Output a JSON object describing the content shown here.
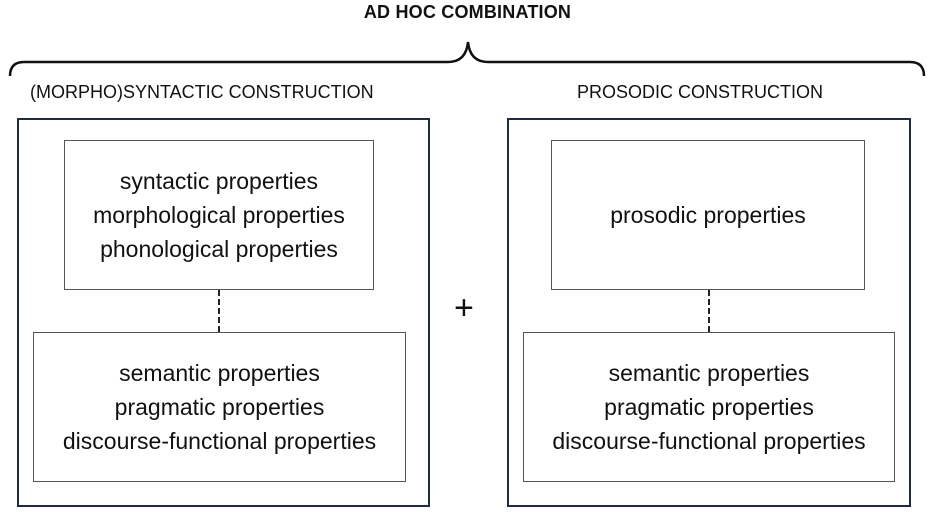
{
  "title": "AD HOC COMBINATION",
  "operator": "+",
  "left": {
    "label": "(MORPHO)SYNTACTIC CONSTRUCTION",
    "form_properties": [
      "syntactic properties",
      "morphological properties",
      "phonological properties"
    ],
    "meaning_properties": [
      "semantic properties",
      "pragmatic properties",
      "discourse-functional properties"
    ]
  },
  "right": {
    "label": "PROSODIC CONSTRUCTION",
    "form_properties": [
      "prosodic properties"
    ],
    "meaning_properties": [
      "semantic properties",
      "pragmatic properties",
      "discourse-functional properties"
    ]
  }
}
